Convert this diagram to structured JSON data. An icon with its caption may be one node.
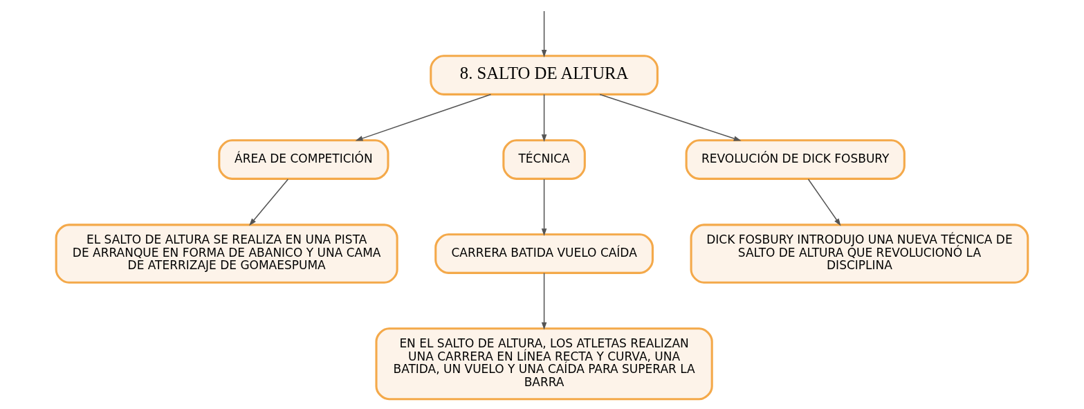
{
  "diagram": {
    "nodes": [
      {
        "text": [
          "8. SALTO DE ALTURA"
        ]
      },
      {
        "text": [
          "ÁREA DE COMPETICIÓN"
        ]
      },
      {
        "text": [
          "TÉCNICA"
        ]
      },
      {
        "text": [
          "REVOLUCIÓN DE DICK FOSBURY"
        ]
      },
      {
        "text": [
          "EL SALTO DE ALTURA SE REALIZA EN UNA PISTA DE ARRANQUE EN FORMA DE ABANICO Y UNA CAMA DE ATERRIZAJE DE GOMAESPUMA"
        ]
      },
      {
        "text": [
          "CARRERA BATIDA VUELO CAÍDA"
        ]
      },
      {
        "text": [
          "DICK FOSBURY INTRODUJO UNA NUEVA TÉCNICA DE SALTO DE ALTURA QUE REVOLUCIONÓ LA DISCIPLINA"
        ]
      },
      {
        "text": [
          "EN EL SALTO DE ALTURA, LOS ATLETAS REALIZAN UNA CARRERA EN LÍNEA RECTA Y CURVA, UNA BATIDA, UN VUELO Y UNA CAÍDA PARA SUPERAR LA BARRA"
        ]
      }
    ],
    "edges": [
      {
        "from": null,
        "to": 0,
        "arrow": "to"
      },
      {
        "from": 0,
        "to": 1,
        "arrow": "to"
      },
      {
        "from": 0,
        "to": 2,
        "arrow": "to"
      },
      {
        "from": 0,
        "to": 3,
        "arrow": "to"
      },
      {
        "from": 1,
        "to": 4,
        "arrow": "to"
      },
      {
        "from": 2,
        "to": 5,
        "arrow": "to"
      },
      {
        "from": 3,
        "to": 6,
        "arrow": "to"
      },
      {
        "from": 5,
        "to": 7,
        "arrow": "to"
      }
    ]
  }
}
